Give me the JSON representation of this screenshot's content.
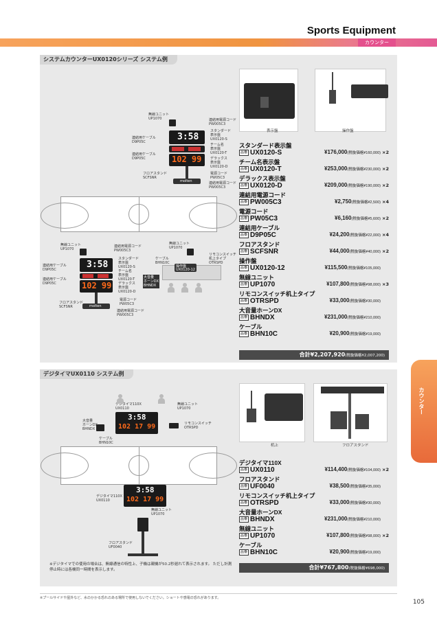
{
  "header": {
    "title": "Sports Equipment",
    "category_tag": "カウンター"
  },
  "side_tab": "カウンター",
  "section1": {
    "title": "システムカウンターUX0120シリーズ システム例",
    "photo_labels": [
      "表示盤",
      "操作盤"
    ],
    "diagram_top": {
      "board1_digits": "3:58",
      "board2_digits": "102 99",
      "brand": "molten",
      "labels": {
        "wireless": "無線ユニット\nUP1070",
        "cable_a": "連結用ケーブル\nD9P05C",
        "cable_b": "連結用ケーブル\nD9P05C",
        "floor_stand": "フロアスタンド\nSCFSNR",
        "power_top": "連結用電源コード\nPW005C3",
        "standard": "スタンダード\n表示盤\nUX0120-S",
        "team_name": "チーム名\n表示盤\nUX0120-T",
        "deluxe": "デラックス\n表示盤\nUX0120-D",
        "power_cord": "電源コード\nPW05C3",
        "power_bottom": "連結用電源コード\nPW005C3"
      }
    },
    "diagram_bottom": {
      "board1_digits": "3:58",
      "board2_digits": "102 99",
      "brand": "molten",
      "labels": {
        "wireless": "無線ユニット\nUP1070",
        "cable_a": "連結用ケーブル\nD9P05C",
        "cable_b": "連結用ケーブル\nD9P05C",
        "floor_stand": "フロアスタンド\nSCFSNR",
        "power_top": "連結用電源コード\nPW005C3",
        "standard": "スタンダード\n表示盤\nUX0120-S",
        "team_name": "チーム名\n表示盤\nUX0120-T",
        "deluxe": "デラックス\n表示盤\nUX0120-D",
        "power_cord": "電源コード\nPW05C3",
        "power_bottom": "連結用電源コード\nPW005C3",
        "wireless2": "無線ユニット\nUP1070",
        "cable": "ケーブル\nBHN10C",
        "remote": "リモコンスイッチ\n机上タイプ\nOTRSPD",
        "console": "操作盤\nUX0120-12",
        "horn": "大音量\nホーンDX\nBHNDX"
      }
    },
    "products": [
      {
        "name": "スタンダード表示盤",
        "code": "UX0120-S",
        "price": "¥176,000",
        "tax": "(税抜価格¥160,000)",
        "qty": "×2"
      },
      {
        "name": "チーム名表示盤",
        "code": "UX0120-T",
        "price": "¥253,000",
        "tax": "(税抜価格¥230,000)",
        "qty": "×2"
      },
      {
        "name": "デラックス表示盤",
        "code": "UX0120-D",
        "price": "¥209,000",
        "tax": "(税抜価格¥190,000)",
        "qty": "×2"
      },
      {
        "name": "連結用電源コード",
        "code": "PW005C3",
        "price": "¥2,750",
        "tax": "(税抜価格¥2,500)",
        "qty": "×4"
      },
      {
        "name": "電源コード",
        "code": "PW05C3",
        "price": "¥6,160",
        "tax": "(税抜価格¥5,600)",
        "qty": "×2"
      },
      {
        "name": "連結用ケーブル",
        "code": "D9P05C",
        "price": "¥24,200",
        "tax": "(税抜価格¥22,000)",
        "qty": "×4"
      },
      {
        "name": "フロアスタンド",
        "code": "SCFSNR",
        "price": "¥44,000",
        "tax": "(税抜価格¥40,000)",
        "qty": "×2"
      },
      {
        "name": "操作盤",
        "code": "UX0120-12",
        "price": "¥115,500",
        "tax": "(税抜価格¥105,000)",
        "qty": ""
      },
      {
        "name": "無線ユニット",
        "code": "UP1070",
        "price": "¥107,800",
        "tax": "(税抜価格¥98,000)",
        "qty": "×3"
      },
      {
        "name": "リモコンスイッチ机上タイプ",
        "code": "OTRSPD",
        "price": "¥33,000",
        "tax": "(税抜価格¥30,000)",
        "qty": ""
      },
      {
        "name": "大音量ホーンDX",
        "code": "BHNDX",
        "price": "¥231,000",
        "tax": "(税抜価格¥210,000)",
        "qty": ""
      },
      {
        "name": "ケーブル",
        "code": "BHN10C",
        "price": "¥20,900",
        "tax": "(税抜価格¥19,000)",
        "qty": ""
      }
    ],
    "total_label": "合計",
    "total": "¥2,207,920",
    "total_tax": "(税抜価格¥2,007,200)"
  },
  "section2": {
    "title": "デジタイマUX0110 システム例",
    "photo_labels": [
      "机上",
      "フロアスタンド"
    ],
    "diagram": {
      "board_top_digits1": "3:58",
      "board_top_digits2": "102 17 99",
      "board_bottom_digits1": "3:58",
      "board_bottom_digits2": "102 17 99",
      "labels": {
        "digitimer_top": "デジタイマ110X\nUX0110",
        "wireless_top": "無線ユニット\nUP1070",
        "horn": "大音量\nホーンDX\nBHNDX",
        "remote": "リモコンスイッチ\nOTRSPD",
        "cable": "ケーブル\nBHN10C",
        "digitimer_bottom": "デジタイマ110X\nUX0110",
        "wireless_bottom": "無線ユニット\nUP1070",
        "floor_stand": "フロアスタンド\nUF0040"
      }
    },
    "note": "※デジタイマでの使用の場合は、無線通信の特性上、子機は親機が50.2秒遅れて表示されます。\nただし計測停止時には各機同一時間を表示します。",
    "products": [
      {
        "name": "デジタイマ110X",
        "code": "UX0110",
        "price": "¥114,400",
        "tax": "(税抜価格¥104,000)",
        "qty": "×2"
      },
      {
        "name": "フロアスタンド",
        "code": "UF0040",
        "price": "¥38,500",
        "tax": "(税抜価格¥35,000)",
        "qty": ""
      },
      {
        "name": "リモコンスイッチ机上タイプ",
        "code": "OTRSPD",
        "price": "¥33,000",
        "tax": "(税抜価格¥30,000)",
        "qty": ""
      },
      {
        "name": "大音量ホーンDX",
        "code": "BHNDX",
        "price": "¥231,000",
        "tax": "(税抜価格¥210,000)",
        "qty": ""
      },
      {
        "name": "無線ユニット",
        "code": "UP1070",
        "price": "¥107,800",
        "tax": "(税抜価格¥98,000)",
        "qty": "×2"
      },
      {
        "name": "ケーブル",
        "code": "BHN10C",
        "price": "¥20,900",
        "tax": "(税抜価格¥19,000)",
        "qty": ""
      }
    ],
    "total_label": "合計",
    "total": "¥767,800",
    "total_tax": "(税抜価格¥698,000)"
  },
  "hinban_label": "品番",
  "footnote": "※プールサイドや屋外など、水のかかる恐れのある場所で使用しないでください。ショートや感電の恐れがあります。",
  "page_number": "105"
}
